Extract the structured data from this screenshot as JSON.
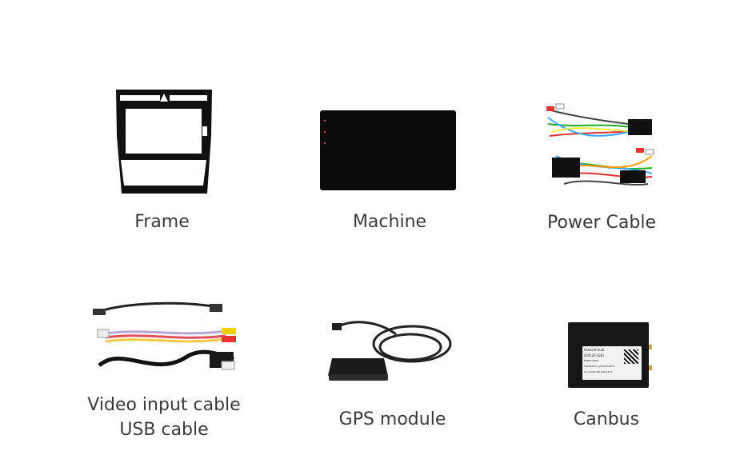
{
  "items": [
    {
      "label": "Frame"
    },
    {
      "label": "Machine"
    },
    {
      "label": "Power Cable"
    },
    {
      "label_line1": "Video input cable",
      "label_line2": "USB cable"
    },
    {
      "label": "GPS module"
    },
    {
      "label": "Canbus",
      "chip_text": [
        "Hiworld-Audi",
        "AU0.20 (GB)",
        "HTBAU1004",
        "161616101_0010032019",
        "CS-13434-2B-406-1477"
      ]
    }
  ],
  "colors": {
    "text": "#3a3a3a",
    "device": "#0b0b0b"
  }
}
